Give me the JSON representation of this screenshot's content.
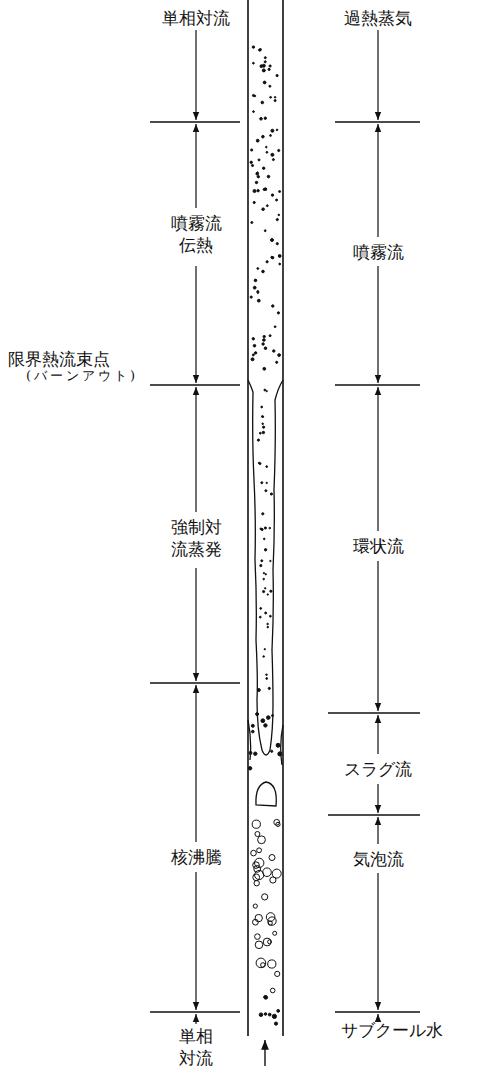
{
  "diagram": {
    "labels": [
      "単相対流",
      "噴霧流 伝熱",
      "限界熱流束点",
      "(バーンアウト)",
      "強制対 流蒸発",
      "核沸騰",
      "単相 対流",
      "過熱蒸気",
      "噴霧流",
      "環状流",
      "スラグ流",
      "気泡流",
      "サブクール水"
    ]
  }
}
